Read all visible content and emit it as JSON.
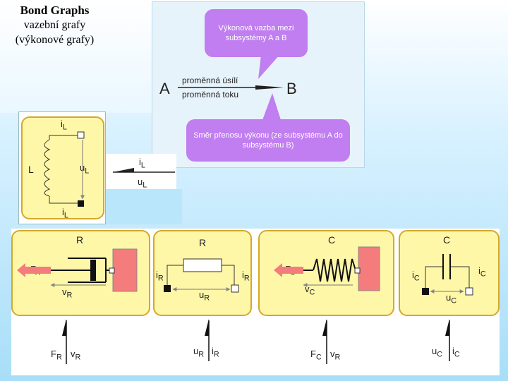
{
  "title": {
    "line1": "Bond Graphs",
    "line2": "vazební grafy",
    "line3": "(výkonové grafy)"
  },
  "bond_ab": {
    "bubble_top": "Výkonová vazba mezi subsystémy A a B",
    "bubble_bottom": "Směr přenosu výkonu (ze subsystému A do subsystému B)",
    "effort": "proměnná úsílí",
    "flow": "proměnná toku",
    "left": "A",
    "right": "B"
  },
  "inductor": {
    "name": "L",
    "i_top": "i",
    "i_top_sub": "L",
    "u": "u",
    "u_sub": "L",
    "i_bottom": "i",
    "i_bottom_sub": "L",
    "bond_i": "i",
    "bond_i_sub": "L",
    "bond_u": "u",
    "bond_u_sub": "L"
  },
  "components": [
    {
      "name": "R",
      "var1": "F",
      "var1_sub": "R",
      "var2": "v",
      "var2_sub": "R",
      "bond_e": "F",
      "bond_e_sub": "R",
      "bond_f": "v",
      "bond_f_sub": "R"
    },
    {
      "name": "R",
      "var1": "i",
      "var1_sub": "R",
      "var2": "u",
      "var2_sub": "R",
      "var3": "i",
      "var3_sub": "R",
      "bond_e": "u",
      "bond_e_sub": "R",
      "bond_f": "i",
      "bond_f_sub": "R"
    },
    {
      "name": "C",
      "var1": "F",
      "var1_sub": "C",
      "var2": "v",
      "var2_sub": "C",
      "bond_e": "F",
      "bond_e_sub": "C",
      "bond_f": "v",
      "bond_f_sub": "R"
    },
    {
      "name": "C",
      "var1": "i",
      "var1_sub": "C",
      "var2": "u",
      "var2_sub": "C",
      "var3": "i",
      "var3_sub": "C",
      "bond_e": "u",
      "bond_e_sub": "C",
      "bond_f": "i",
      "bond_f_sub": "C"
    }
  ],
  "colors": {
    "panel_fill": "#fff7a8",
    "panel_border": "#d4a82a",
    "bubble": "#c07ef0",
    "mass": "#f47c7c",
    "arrow_red": "#f47c7c"
  }
}
